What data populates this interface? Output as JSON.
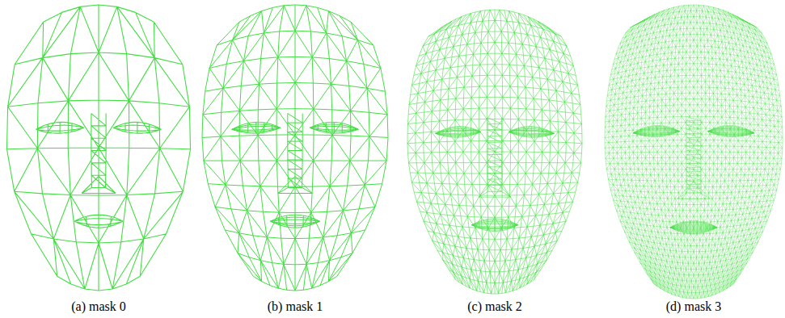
{
  "diagram": {
    "labels": [
      "(a) mask 0",
      "(b) mask 1",
      "(c) mask 2",
      "(d) mask 3"
    ]
  }
}
